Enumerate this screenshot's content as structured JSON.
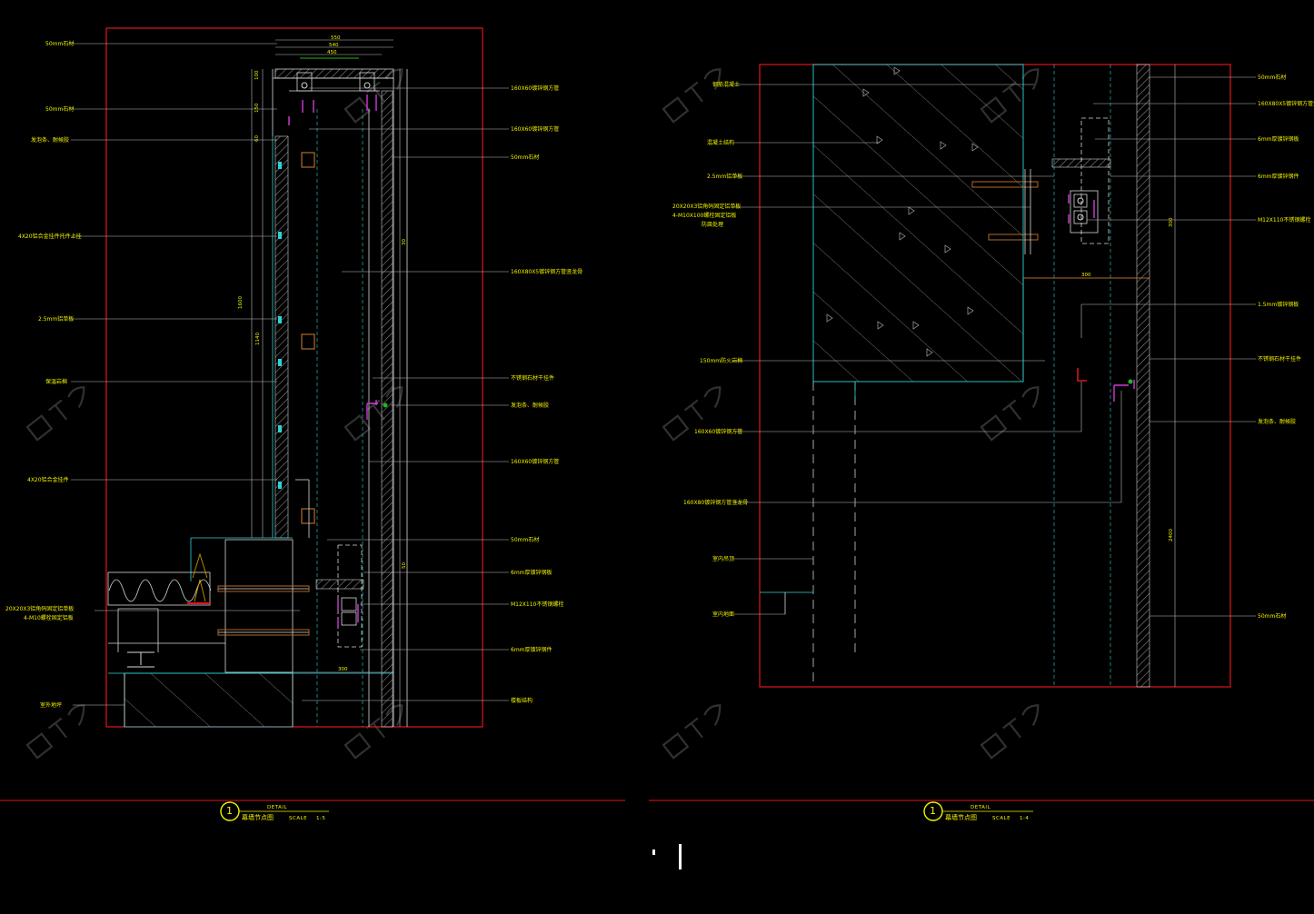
{
  "drawings": [
    {
      "detail_number": "1",
      "detail_word": "DETAIL",
      "title": "幕墙节点图",
      "scale_label": "SCALE",
      "scale_value": "1:5",
      "left_labels": [
        "50mm石材",
        "50mm石材",
        "发泡条、耐候胶",
        "4X20铝合金挂件托件上挂",
        "2.5mm铝单板",
        "保温岩棉",
        "4X20铝合金挂件",
        "20X20X3铝角码固定铝单板",
        "4-M10螺栓固定铝板",
        "室外地坪"
      ],
      "right_labels": [
        "160X60镀锌钢方管",
        "160X60镀锌钢方管",
        "50mm石材",
        "160X80X5镀锌钢方管竖龙骨",
        "不锈钢石材干挂件",
        "发泡条、耐候胶",
        "160X60镀锌钢方管",
        "50mm石材",
        "6mm厚镀锌钢板",
        "M12X110不锈钢螺栓",
        "6mm厚镀锌钢件",
        "楼板结构"
      ],
      "dims": [
        "550",
        "540",
        "450",
        "100",
        "150",
        "60",
        "1140",
        "1600",
        "300",
        "30",
        "50"
      ]
    },
    {
      "detail_number": "1",
      "detail_word": "DETAIL",
      "title": "幕墙节点图",
      "scale_label": "SCALE",
      "scale_value": "1:4",
      "left_labels": [
        "钢筋混凝土",
        "混凝土结构",
        "2.5mm铝单板",
        "20X20X3铝角码固定铝单板",
        "4-M10X100螺栓固定铝板",
        "防腐处理",
        "150mm防火岩棉",
        "160X60镀锌钢方管",
        "160X80镀锌钢方管竖龙骨",
        "室内吊顶",
        "室内地面"
      ],
      "right_labels": [
        "50mm石材",
        "160X80X5镀锌钢方管竖龙骨",
        "6mm厚镀锌钢板",
        "6mm厚镀锌钢件",
        "M12X110不锈钢螺栓",
        "1.5mm镀锌钢板",
        "不锈钢石材干挂件",
        "发泡条、耐候胶",
        "50mm石材"
      ],
      "dims": [
        "300",
        "2400",
        "300"
      ]
    }
  ],
  "colors": {
    "background": "#000000",
    "frame": "#e0161b",
    "text": "#f2f200",
    "leader": "#bdbdbd",
    "hanger": "#d23ad8",
    "structure": "#2fd3d3"
  }
}
